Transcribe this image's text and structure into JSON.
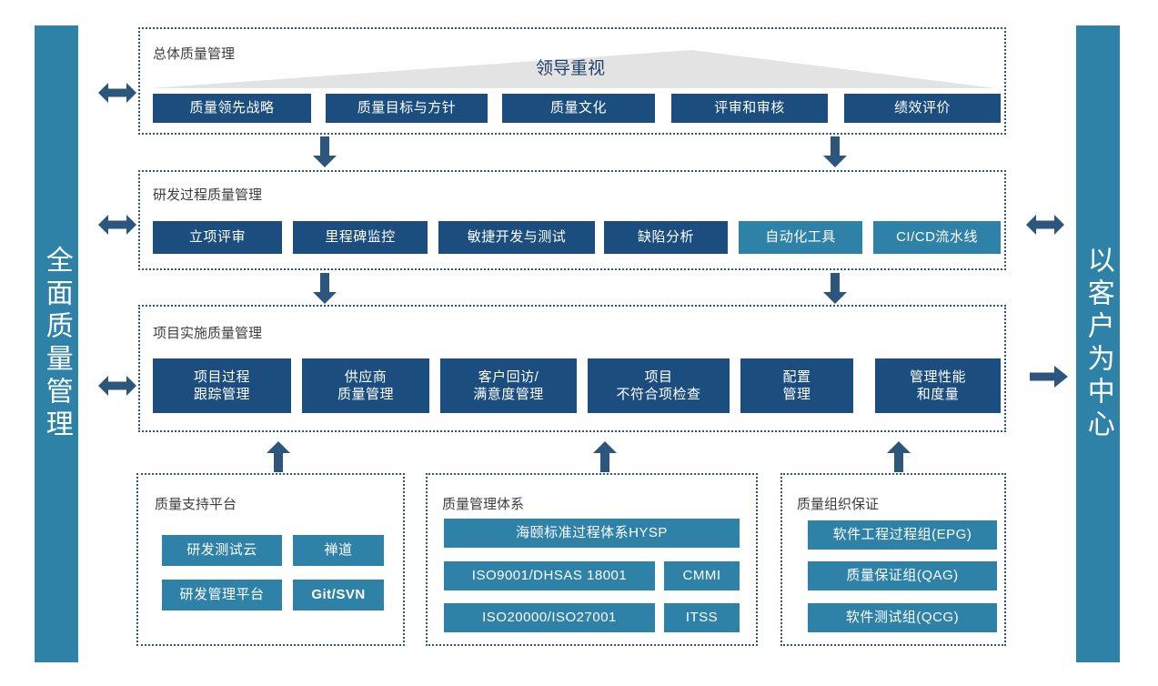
{
  "left_banner": {
    "text": "全面质量管理"
  },
  "right_banner": {
    "text": "以客户为中心"
  },
  "leadership": {
    "label": "领导重视"
  },
  "sections": [
    {
      "title": "总体质量管理",
      "items": [
        {
          "label": "质量领先战略",
          "color": "navy"
        },
        {
          "label": "质量目标与方针",
          "color": "navy"
        },
        {
          "label": "质量文化",
          "color": "navy"
        },
        {
          "label": "评审和审核",
          "color": "navy"
        },
        {
          "label": "绩效评价",
          "color": "navy"
        }
      ]
    },
    {
      "title": "研发过程质量管理",
      "items": [
        {
          "label": "立项评审",
          "color": "navy"
        },
        {
          "label": "里程碑监控",
          "color": "navy"
        },
        {
          "label": "敏捷开发与测试",
          "color": "navy"
        },
        {
          "label": "缺陷分析",
          "color": "navy"
        },
        {
          "label": "自动化工具",
          "color": "teal"
        },
        {
          "label": "CI/CD流水线",
          "color": "teal"
        }
      ]
    },
    {
      "title": "项目实施质量管理",
      "items": [
        {
          "label": "项目过程\n跟踪管理",
          "color": "navy"
        },
        {
          "label": "供应商\n质量管理",
          "color": "navy"
        },
        {
          "label": "客户回访/\n满意度管理",
          "color": "navy"
        },
        {
          "label": "项目\n不符合项检查",
          "color": "navy"
        },
        {
          "label": "配置\n管理",
          "color": "navy"
        },
        {
          "label": "管理性能\n和度量",
          "color": "navy"
        }
      ]
    }
  ],
  "bottom_panels": [
    {
      "title": "质量支持平台",
      "items": [
        {
          "label": "研发测试云",
          "color": "teal"
        },
        {
          "label": "禅道",
          "color": "teal"
        },
        {
          "label": "研发管理平台",
          "color": "teal"
        },
        {
          "label": "Git/SVN",
          "color": "teal",
          "bold": true
        }
      ]
    },
    {
      "title": "质量管理体系",
      "items": [
        {
          "label": "海颐标准过程体系HYSP",
          "color": "teal"
        },
        {
          "label": "ISO9001/DHSAS 18001",
          "color": "teal"
        },
        {
          "label": "CMMI",
          "color": "teal"
        },
        {
          "label": "ISO20000/ISO27001",
          "color": "teal"
        },
        {
          "label": "ITSS",
          "color": "teal"
        }
      ]
    },
    {
      "title": "质量组织保证",
      "items": [
        {
          "label": "软件工程过程组(EPG)",
          "color": "teal"
        },
        {
          "label": "质量保证组(QAG)",
          "color": "teal"
        },
        {
          "label": "软件测试组(QCG)",
          "color": "teal"
        }
      ]
    }
  ],
  "colors": {
    "navy": "#1B4D7E",
    "teal": "#2E82A8",
    "arrow": "#2d567d",
    "dotted_border": "#2d567d",
    "triangle": "#e2e2e2",
    "leadership_text": "#23406b"
  },
  "icons": {
    "bidirectional_arrow": "double-arrow-icon",
    "down_arrow": "down-arrow-icon",
    "up_arrow": "up-arrow-icon",
    "right_arrow": "right-arrow-icon"
  }
}
